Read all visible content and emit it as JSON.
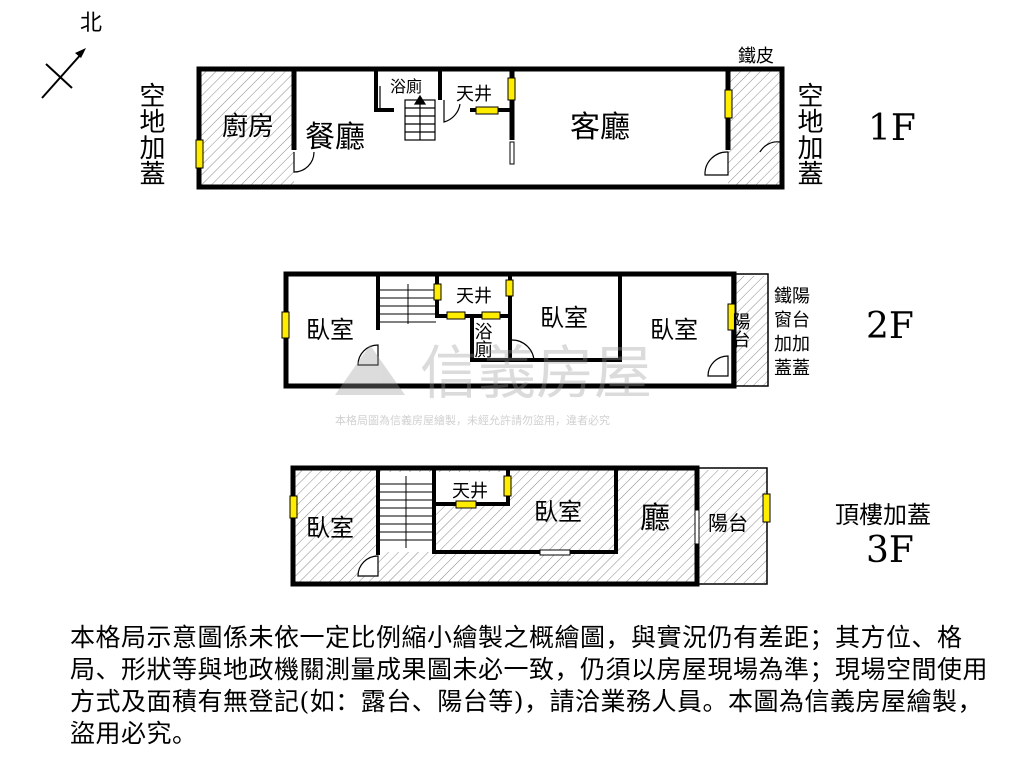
{
  "compass": {
    "label": "北"
  },
  "floors": {
    "f1": {
      "label": "1F",
      "left_annex": "空地加蓋",
      "right_annex": "空地加蓋",
      "right_top_note": "鐵皮",
      "rooms": {
        "kitchen": "廚房",
        "dining": "餐廳",
        "bath": "浴廁",
        "lightwell": "天井",
        "living": "客廳"
      }
    },
    "f2": {
      "label": "2F",
      "right_annex": "鐵陽窗台加加蓋蓋",
      "rooms": {
        "bedroom_left": "臥室",
        "lightwell": "天井",
        "bath": "浴廁",
        "bedroom_mid": "臥室",
        "bedroom_right": "臥室",
        "balcony": "陽台"
      }
    },
    "f3": {
      "label": "3F",
      "annex": "頂樓加蓋",
      "rooms": {
        "bedroom_left": "臥室",
        "lightwell": "天井",
        "bedroom_mid": "臥室",
        "hall": "廳",
        "balcony": "陽台"
      }
    }
  },
  "watermark": {
    "brand": "信義房屋",
    "notice": "本格局圖為信義房屋繪製，未經允許請勿盜用，違者必究"
  },
  "disclaimer": "本格局示意圖係未依一定比例縮小繪製之概繪圖，與實況仍有差距；其方位、格局、形狀等與地政機關測量成果圖未必一致，仍須以房屋現場為準；現場空間使用方式及面積有無登記(如：露台、陽台等)，請洽業務人員。本圖為信義房屋繪製，盜用必究。"
}
